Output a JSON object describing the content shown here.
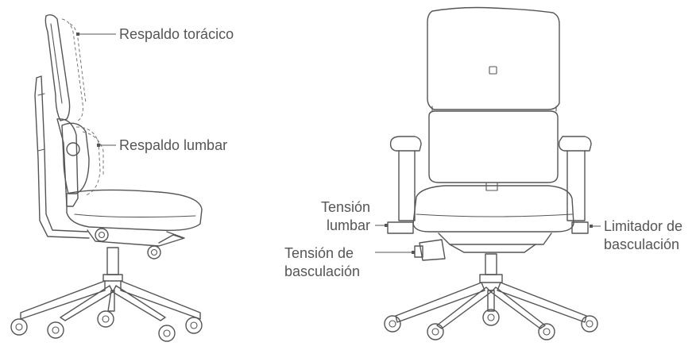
{
  "labels": {
    "respaldo_toracico": "Respaldo torácico",
    "respaldo_lumbar": "Respaldo lumbar",
    "tension_lumbar_1": "Tensión",
    "tension_lumbar_2": "lumbar",
    "tension_basculacion_1": "Tensión de",
    "tension_basculacion_2": "basculación",
    "limitador_1": "Limitador de",
    "limitador_2": "basculación"
  },
  "colors": {
    "line": "#555555",
    "text": "#555555",
    "background": "#ffffff"
  }
}
